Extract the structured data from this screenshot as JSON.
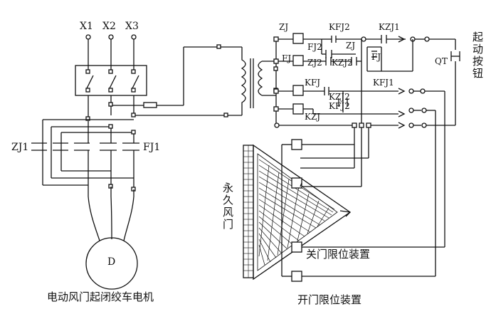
{
  "left_circuit": {
    "phase_labels": [
      "X1",
      "X2",
      "X3"
    ],
    "contactor_left": "ZJ1",
    "contactor_right": "FJ1",
    "motor_symbol": "D",
    "caption": "电动风门起闭绞车电机"
  },
  "control_circuit": {
    "row1": [
      "ZJ",
      "FJ2",
      "KFJ2",
      "ZJ",
      "KZJ1"
    ],
    "row2": [
      "FJ",
      "ZJ2",
      "KZJ2",
      "FJ"
    ],
    "row3": [
      "KFJ",
      "KFJ1"
    ],
    "row3_mid": [
      "KZJ2",
      "KFJ2"
    ],
    "row4": [
      "KZJ"
    ],
    "switch_label": "QT",
    "start_button_label": "起动按钮"
  },
  "door": {
    "label": "永久风门",
    "upper_limit_label": "关门限位装置",
    "lower_limit_label": "开门限位装置"
  }
}
